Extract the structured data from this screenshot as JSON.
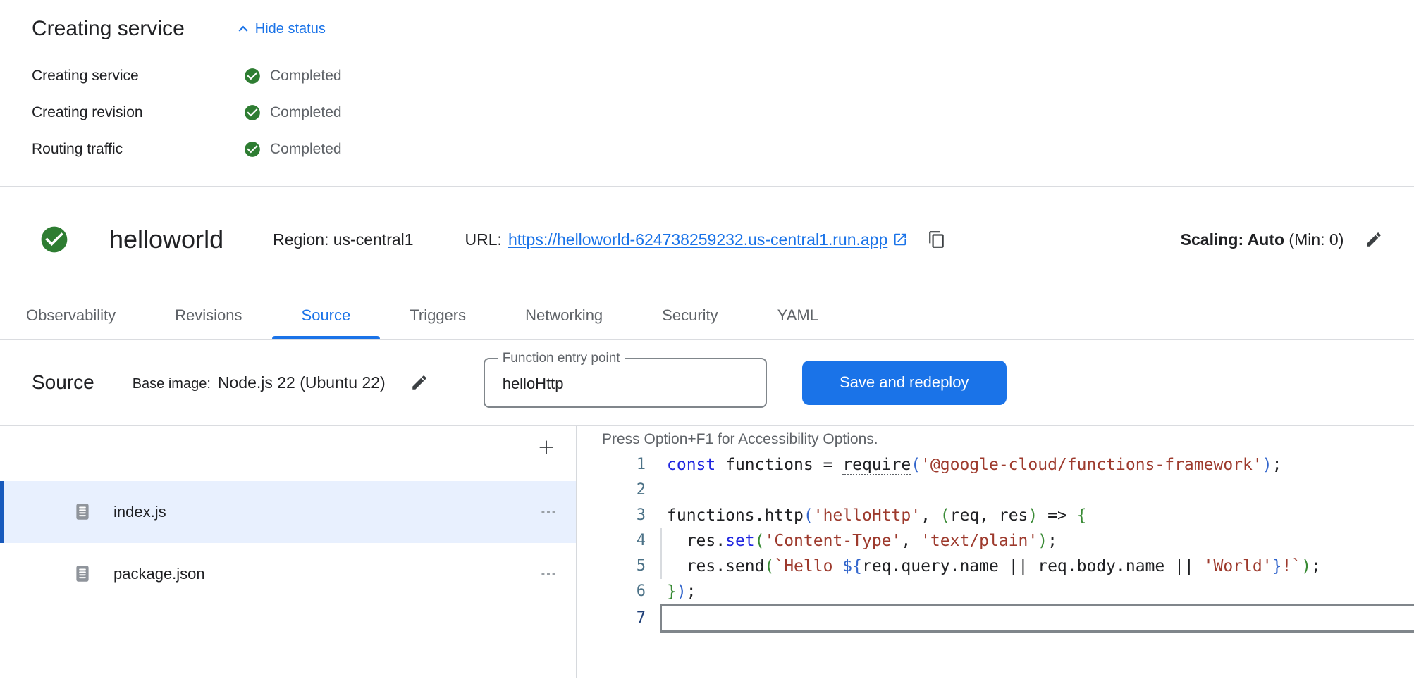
{
  "status_panel": {
    "title": "Creating service",
    "hide_status_label": "Hide status",
    "steps": [
      {
        "label": "Creating service",
        "status": "Completed"
      },
      {
        "label": "Creating revision",
        "status": "Completed"
      },
      {
        "label": "Routing traffic",
        "status": "Completed"
      }
    ]
  },
  "service_header": {
    "name": "helloworld",
    "region_label": "Region:",
    "region": "us-central1",
    "url_label": "URL:",
    "url": "https://helloworld-624738259232.us-central1.run.app",
    "scaling_label": "Scaling: Auto",
    "scaling_detail": " (Min: 0)"
  },
  "tabs": [
    {
      "label": "Observability",
      "active": false
    },
    {
      "label": "Revisions",
      "active": false
    },
    {
      "label": "Source",
      "active": true
    },
    {
      "label": "Triggers",
      "active": false
    },
    {
      "label": "Networking",
      "active": false
    },
    {
      "label": "Security",
      "active": false
    },
    {
      "label": "YAML",
      "active": false
    }
  ],
  "source_toolbar": {
    "title": "Source",
    "base_image_label": "Base image:",
    "base_image": "Node.js 22 (Ubuntu 22)",
    "entry_point_label": "Function entry point",
    "entry_point_value": "helloHttp",
    "save_button": "Save and redeploy"
  },
  "file_explorer": {
    "files": [
      {
        "name": "index.js",
        "selected": true
      },
      {
        "name": "package.json",
        "selected": false
      }
    ]
  },
  "editor": {
    "accessibility_hint": "Press Option+F1 for Accessibility Options.",
    "active_line": 7,
    "lines": [
      {
        "n": "1",
        "tokens": [
          [
            "k",
            "const"
          ],
          [
            "d",
            " functions = "
          ],
          [
            "rq",
            "require"
          ],
          [
            "b1",
            "("
          ],
          [
            "s",
            "'@google-cloud/functions-framework'"
          ],
          [
            "b1",
            ")"
          ],
          [
            "d",
            ";"
          ]
        ]
      },
      {
        "n": "2",
        "tokens": []
      },
      {
        "n": "3",
        "tokens": [
          [
            "d",
            "functions.http"
          ],
          [
            "b1",
            "("
          ],
          [
            "s",
            "'helloHttp'"
          ],
          [
            "d",
            ", "
          ],
          [
            "b2",
            "("
          ],
          [
            "d",
            "req, res"
          ],
          [
            "b2",
            ")"
          ],
          [
            "d",
            " => "
          ],
          [
            "b2",
            "{"
          ]
        ]
      },
      {
        "n": "4",
        "guide": true,
        "tokens": [
          [
            "d",
            "  res."
          ],
          [
            "k",
            "set"
          ],
          [
            "b2",
            "("
          ],
          [
            "s",
            "'Content-Type'"
          ],
          [
            "d",
            ", "
          ],
          [
            "s",
            "'text/plain'"
          ],
          [
            "b2",
            ")"
          ],
          [
            "d",
            ";"
          ]
        ]
      },
      {
        "n": "5",
        "guide": true,
        "tokens": [
          [
            "d",
            "  res.send"
          ],
          [
            "b2",
            "("
          ],
          [
            "s",
            "`Hello "
          ],
          [
            "b1",
            "${"
          ],
          [
            "d",
            "req.query.name || req.body.name || "
          ],
          [
            "s",
            "'World'"
          ],
          [
            "b1",
            "}"
          ],
          [
            "s",
            "!`"
          ],
          [
            "b2",
            ")"
          ],
          [
            "d",
            ";"
          ]
        ]
      },
      {
        "n": "6",
        "tokens": [
          [
            "b2",
            "}"
          ],
          [
            "b1",
            ")"
          ],
          [
            "d",
            ";"
          ]
        ]
      },
      {
        "n": "7",
        "active": true,
        "tokens": []
      }
    ]
  },
  "icons": {
    "hide_status": "chevron-up-icon",
    "step_status": "check-circle-icon",
    "service_status": "check-circle-icon",
    "url_external": "open-in-new-icon",
    "url_copy": "copy-icon",
    "scaling_edit": "pencil-icon",
    "base_image_edit": "pencil-icon",
    "add_file": "plus-icon",
    "file": "document-icon",
    "file_menu": "more-horizontal-icon"
  },
  "colors": {
    "accent": "#1a73e8",
    "success_green": "#2e7d32",
    "text_primary": "#202124",
    "text_secondary": "#5f6368",
    "divider": "#dadce0",
    "selected_file_bg": "#e8f0fe",
    "selected_file_border": "#185abc",
    "code_keyword": "#2026e0",
    "code_string": "#9d3a2d",
    "code_bracket_blue": "#3366cc",
    "code_bracket_green": "#388a34",
    "active_line_border": "#80868b"
  }
}
